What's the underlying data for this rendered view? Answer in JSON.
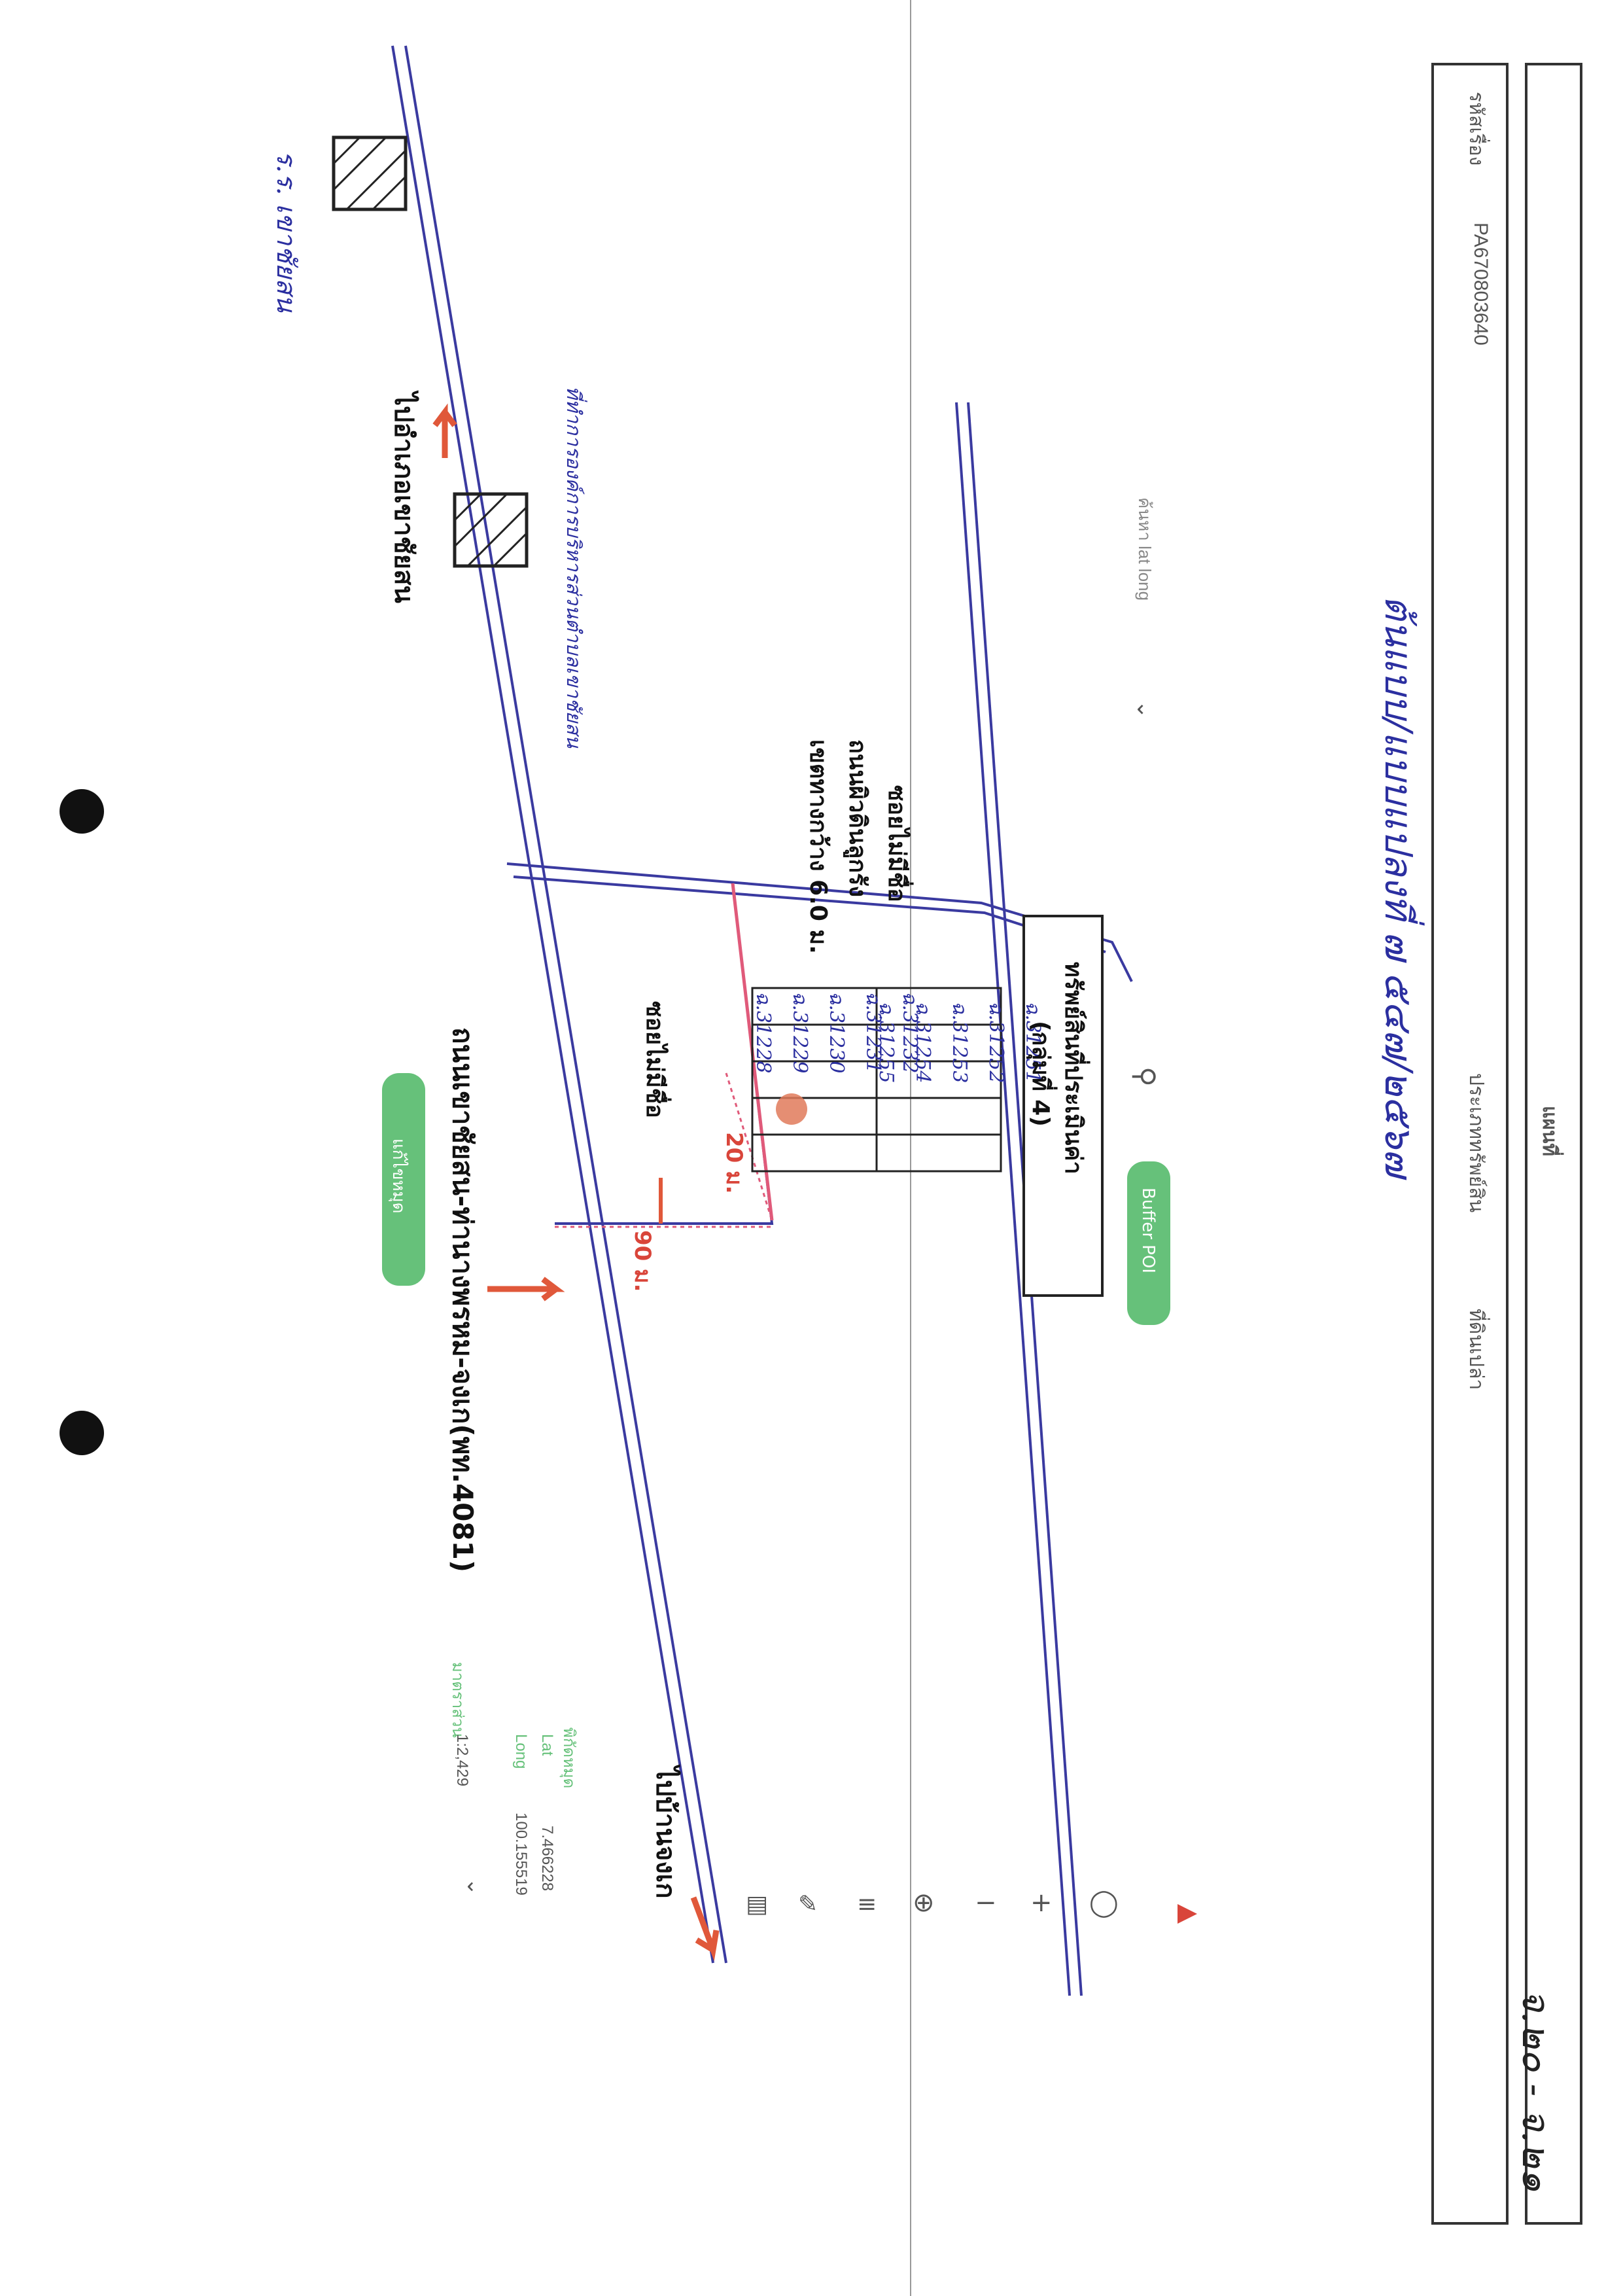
{
  "header": {
    "case_label": "รหัสเรื่อง",
    "case_value": "PA670803640",
    "asset_type_label": "ประเภททรัพย์สิน",
    "asset_type_value": "ที่ดินเปล่า",
    "map_heading": "แผนที่",
    "page_ref": "จ.๒๐ - จ.๒๑"
  },
  "handwritten": {
    "top_note": "ต้นแบบ/แบบแปลงที่ ๗ ๕๔๗/๒๕๖๗",
    "school_note": "ร.ร. เขาชัยสน",
    "office_note": "ที่ทำการองค์การบริหารส่วนตำบลเขาชัยสน",
    "parcels": [
      "ฉ.31228",
      "ฉ.31229",
      "ฉ.31230",
      "ฉ.31231",
      "ฉ.31232",
      "ฉ.31255",
      "ฉ.31254",
      "ฉ.31253",
      "ฉ.31252",
      "ฉ.31251"
    ]
  },
  "map_labels": {
    "asset_title_1": "ทรัพย์สินที่ประเมินค่า",
    "asset_title_2": "(กลุ่มที่ 4)",
    "soi_label_1": "ซอยไม่มีชื่อ",
    "road_desc_1": "ถนนผิวดินลูกรัง",
    "road_desc_2": "เขตทางกว้าง 6.0 ม.",
    "soi_label_2": "ซอยไม่มีชื่อ",
    "dist_20": "20 ม.",
    "dist_90": "90 ม.",
    "main_road": "ถนนเขาชัยสน-ท่านางพรหม-จงเก(พท.4081)",
    "to_north": "ไปอำเภอเขาชัยสน",
    "to_south": "ไปบ้านจงเก"
  },
  "toolbar": {
    "search_placeholder": "ค้นหา lat long",
    "buffer_button": "Buffer POI",
    "green_button": "แก้ไขหมุด",
    "coord_title": "พิกัดหมุด",
    "lat_label": "Lat",
    "lat_value": "7.466228",
    "long_label": "Long",
    "long_value": "100.155519",
    "scale_label": "มาตราส่วน",
    "scale_value": "1:2,429"
  },
  "colors": {
    "road": "#3a3aa0",
    "arrow": "#e0583a",
    "accent_green": "#66c17a",
    "pink": "#e05a7a"
  }
}
